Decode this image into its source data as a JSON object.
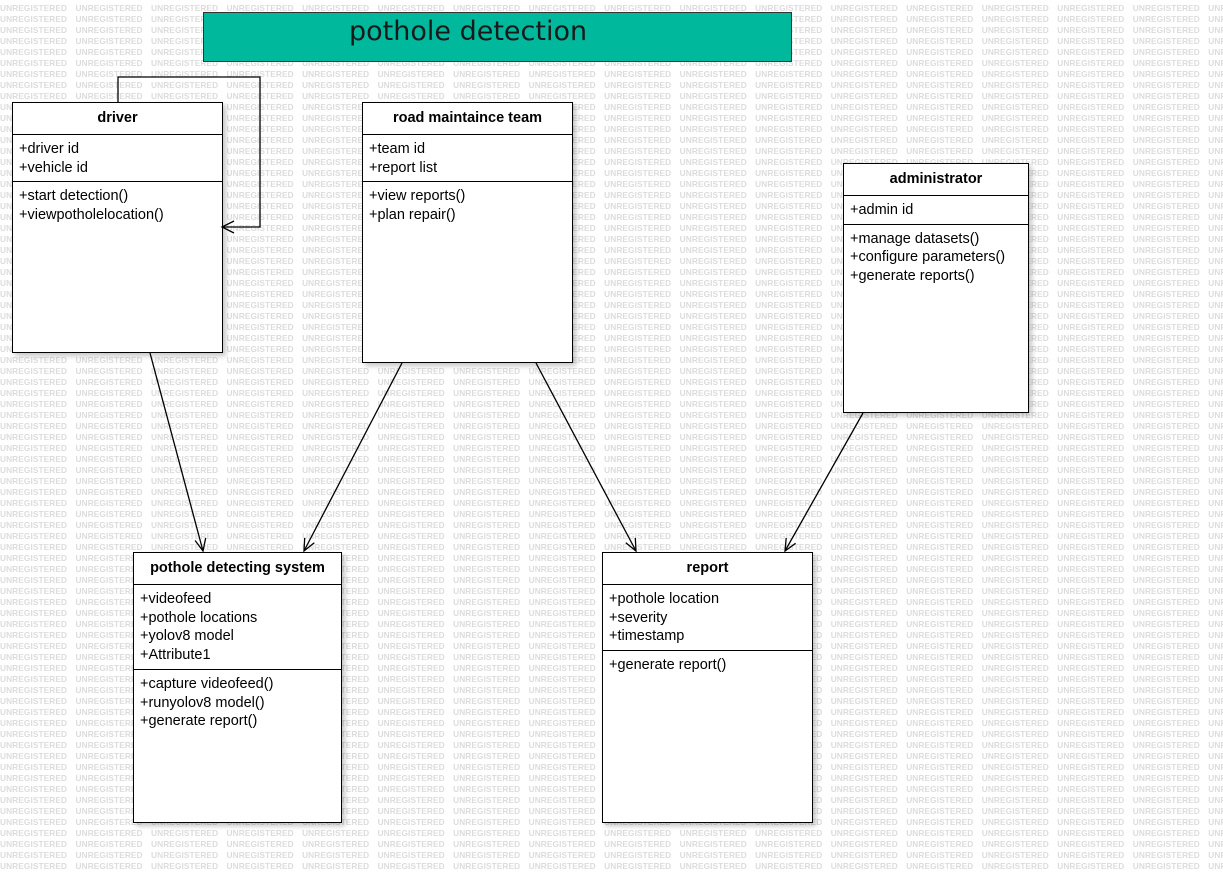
{
  "watermark": "UNREGISTERED",
  "title": "pothole detection",
  "colors": {
    "title_fill": "#00b89c",
    "line": "#000000"
  },
  "classes": {
    "driver": {
      "name": "driver",
      "attributes": [
        "+driver id",
        "+vehicle id"
      ],
      "operations": [
        "+start detection()",
        "+viewpotholelocation()"
      ]
    },
    "road_team": {
      "name": "road maintaince team",
      "attributes": [
        "+team id",
        "+report list"
      ],
      "operations": [
        "+view reports()",
        "+plan repair()"
      ]
    },
    "administrator": {
      "name": "administrator",
      "attributes": [
        "+admin id"
      ],
      "operations": [
        "+manage datasets()",
        "+configure parameters()",
        "+generate reports()"
      ]
    },
    "pds": {
      "name": "pothole detecting system",
      "attributes": [
        "+videofeed",
        "+pothole locations",
        "+yolov8 model",
        "+Attribute1"
      ],
      "operations": [
        "+capture videofeed()",
        "+runyolov8 model()",
        "+generate report()"
      ]
    },
    "report": {
      "name": "report",
      "attributes": [
        "+pothole location",
        "+severity",
        "+timestamp"
      ],
      "operations": [
        "+generate report()"
      ]
    }
  },
  "associations": [
    {
      "from": "driver",
      "to": "driver"
    },
    {
      "from": "driver",
      "to": "pds"
    },
    {
      "from": "road_team",
      "to": "pds"
    },
    {
      "from": "road_team",
      "to": "report"
    },
    {
      "from": "administrator",
      "to": "report"
    }
  ]
}
